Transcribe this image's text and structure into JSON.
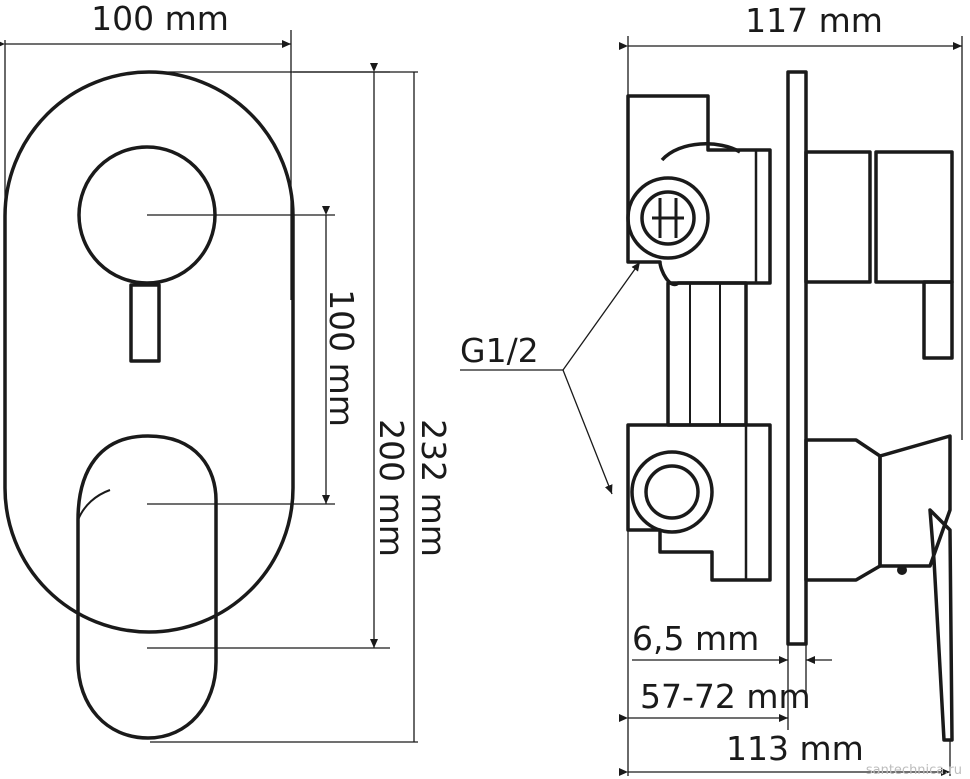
{
  "dimensions": {
    "front_width": "100 mm",
    "lever_spacing": "100 mm",
    "plate_height": "200 mm",
    "overall_height": "232 mm",
    "side_depth": "117 mm",
    "plate_thickness": "6,5 mm",
    "adjust_range": "57-72 mm",
    "body_depth": "113 mm"
  },
  "callout": {
    "thread": "G1/2"
  },
  "watermark": "santechnica.ru"
}
